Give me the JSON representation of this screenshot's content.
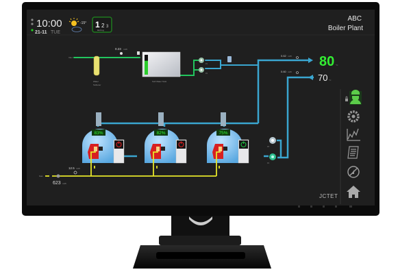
{
  "header": {
    "time": "10:00",
    "date": "21-11",
    "weekday": "TUE",
    "temperature": "-15°",
    "weather_icon": "partly-sunny-icon",
    "log_digits": [
      "1",
      "2",
      "3"
    ],
    "log_label": "last log",
    "plant_name": "ABC",
    "plant_title": "Boiler Plant"
  },
  "water": {
    "inlet_label": "Inlet",
    "flow_value": "0.23",
    "flow_unit": "m³/h",
    "softener_label": [
      "Water",
      "Softener"
    ],
    "tank_label": "Soft Water Tank",
    "tank_level_percent": 70,
    "pump_labels": [
      "P1",
      "P2"
    ]
  },
  "supply": {
    "flow": "0.62",
    "flow_unit": "m³/h",
    "temperature": "80",
    "unit": "°C"
  },
  "return": {
    "flow": "0.60",
    "flow_unit": "m³/h",
    "temperature": "70",
    "unit": "°C"
  },
  "boilers": [
    {
      "load": "83%",
      "status": "off",
      "status_color": "#e02020"
    },
    {
      "load": "82%",
      "status": "off",
      "status_color": "#e02020"
    },
    {
      "load": "75%",
      "status": "on",
      "status_color": "#20c040"
    }
  ],
  "circ_pump_labels": [
    "P3",
    "P4"
  ],
  "gas": {
    "label": "Gas",
    "flow": "12.5",
    "flow_unit": "m³/h",
    "total": "623",
    "total_unit": "m³/h"
  },
  "sidebar": {
    "items": [
      {
        "icon": "operator-icon",
        "active": true
      },
      {
        "icon": "gear-icon"
      },
      {
        "icon": "chart-icon"
      },
      {
        "icon": "report-icon"
      },
      {
        "icon": "alarm-off-icon"
      },
      {
        "icon": "home-icon"
      }
    ],
    "lock_icon": "lock-icon"
  },
  "brand": "JCTET",
  "colors": {
    "water_green": "#22c55e",
    "hot_blue": "#3aa6d0",
    "gas_yellow": "#e6e62a",
    "accent_green": "#33ee33",
    "screen_bg": "#1f1f1f"
  }
}
